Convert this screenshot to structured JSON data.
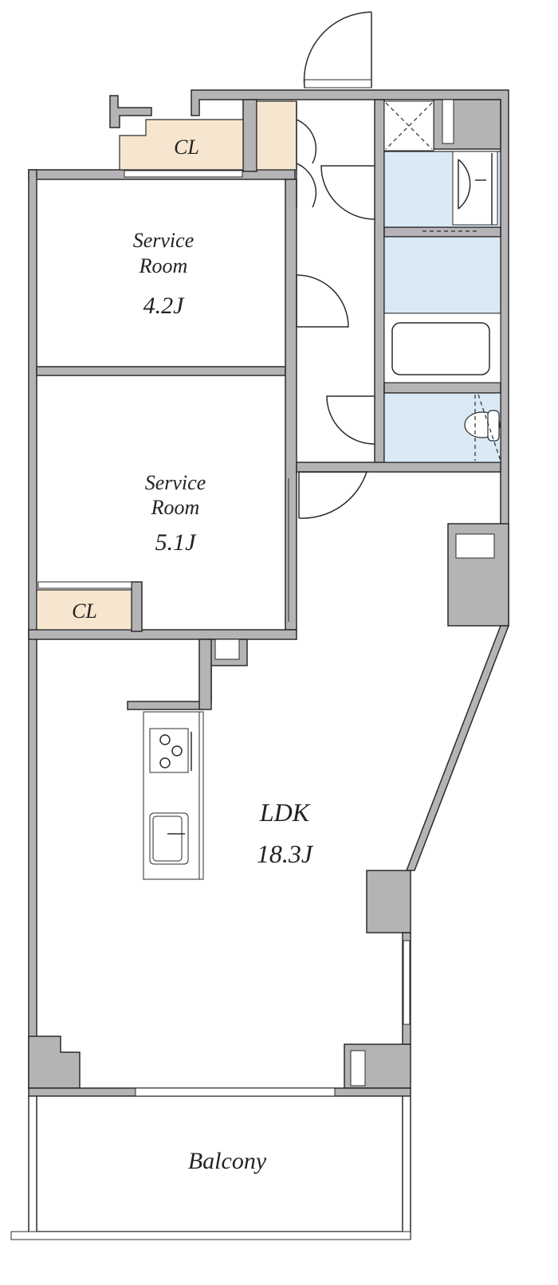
{
  "floor_plan": {
    "rooms": [
      {
        "id": "service-room-1",
        "name": "Service\nRoom",
        "name_line1": "Service",
        "name_line2": "Room",
        "area": "4.2J"
      },
      {
        "id": "service-room-2",
        "name_line1": "Service",
        "name_line2": "Room",
        "area": "5.1J"
      },
      {
        "id": "ldk",
        "name": "LDK",
        "area": "18.3J"
      },
      {
        "id": "balcony",
        "name": "Balcony"
      }
    ],
    "closets": [
      {
        "label": "CL"
      },
      {
        "label": "CL"
      }
    ],
    "colors": {
      "wall": "#b5b3b6",
      "closet": "#f6e6cf",
      "wet_area": "#d9e9f5"
    }
  }
}
